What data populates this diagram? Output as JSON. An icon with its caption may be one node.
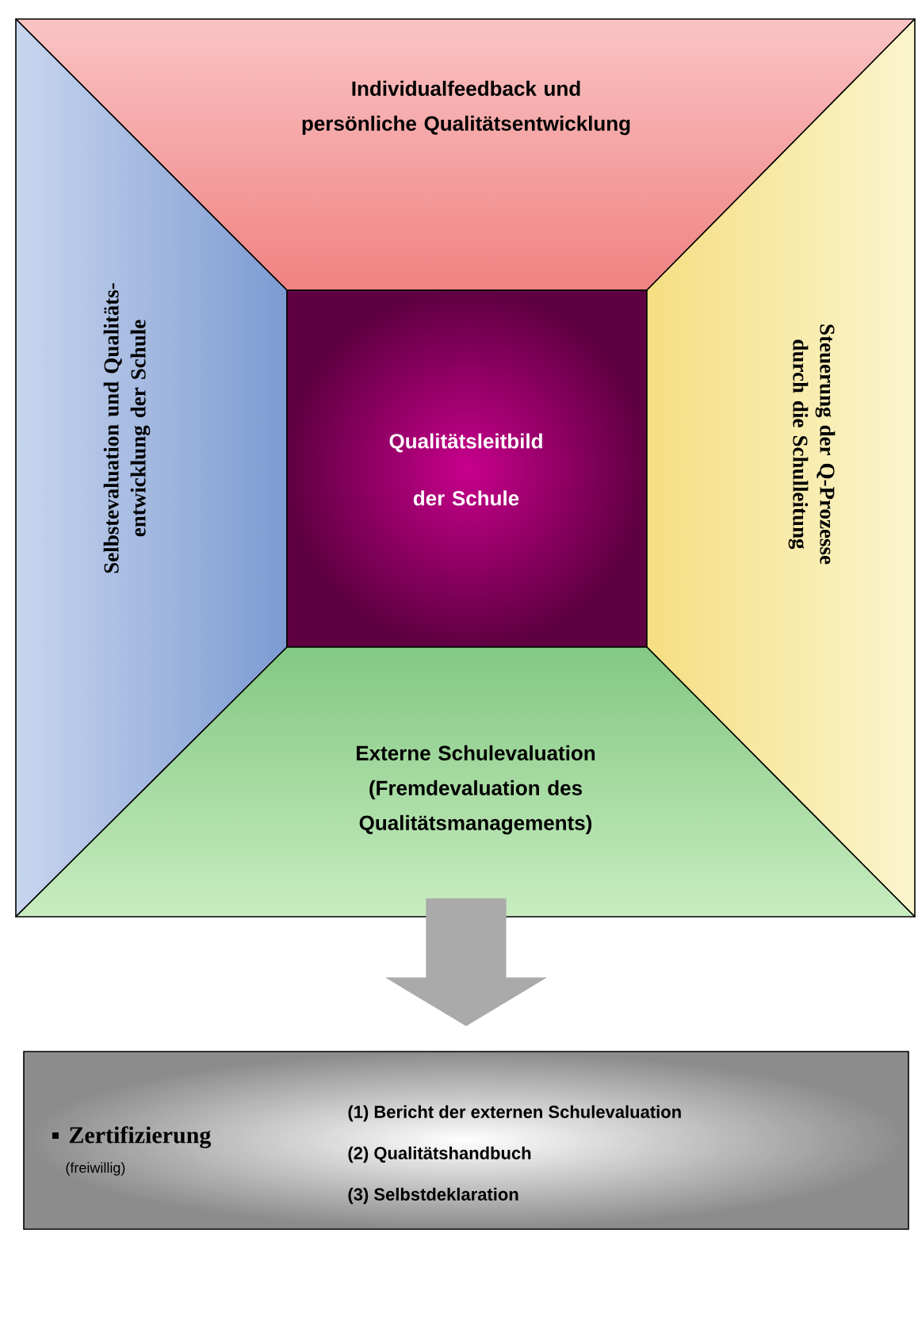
{
  "diagram": {
    "nodes": [
      {
        "text": [
          "Individualfeedback und persönliche Qualitätsentwicklung"
        ]
      },
      {
        "text": [
          "Selbstevaluation und Qualitäts- entwicklung der Schule"
        ]
      },
      {
        "text": [
          "Qualitätsleitbild der Schule"
        ]
      },
      {
        "text": [
          "Steuerung der Q-Prozesse durch die Schulleitung"
        ]
      },
      {
        "text": [
          "Externe Schulevaluation (Fremdevaluation des Qualitätsmanagements)"
        ]
      },
      {
        "text": [
          "Zertifizierung",
          "(freiwillig)",
          "(1) Bericht der externen Schulevaluation",
          "(2) Qualitätshandbuch",
          "(3) Selbstdeklaration"
        ]
      }
    ],
    "edges": [
      {
        "from": 4,
        "to": 5,
        "arrow": "to",
        "style": "thick"
      }
    ]
  }
}
